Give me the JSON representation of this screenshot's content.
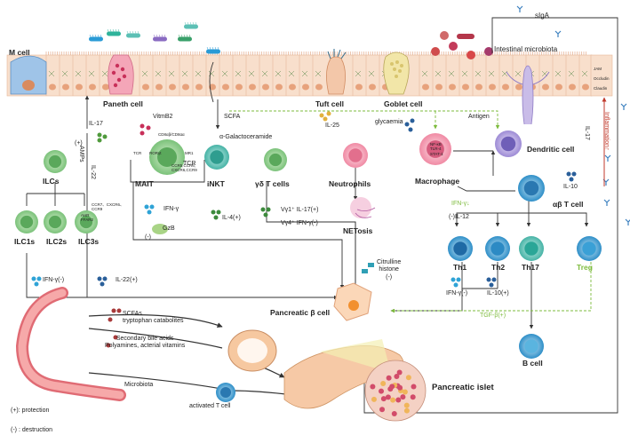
{
  "title_cells": {
    "m_cell": "M cell",
    "paneth_cell": "Paneth cell",
    "tuft_cell": "Tuft cell",
    "goblet_cell": "Goblet cell",
    "intestinal_microbiota": "Intestinal microbiota",
    "siga": "sIgA",
    "jam": "JAM",
    "occludin": "Occludin",
    "claudin": "Claudin"
  },
  "innate_like": {
    "il17_left": "IL-17",
    "plus_sign": "(+)",
    "amps": "AMPs",
    "il22_left": "IL-22",
    "vitmb2": "VitmB2",
    "scfa": "SCFA",
    "il25": "IL-25",
    "glycaemia": "glycaemia",
    "antigen": "Antigen",
    "alpha_galcer": "α-Galactoceramide",
    "tcr_mait": "TCR",
    "tcr_inkt": "TCR",
    "cd8": "CD8αβ/CD8αα",
    "mr1": "MR1",
    "ror": "RORγt",
    "ccr_mait": "CCR5,CCR6,\nCXCR6,CCR9",
    "ilcs": "ILCs",
    "mait": "MAIT",
    "inkt": "iNKT",
    "gd_tcells": "γδ T cells",
    "neutrophils": "Neutrophils",
    "netosis": "NETosis",
    "macrophage": "Macrophage",
    "nfkb": "NF-κB\nTLR-4\nSTAT-1",
    "dendritic_cell": "Dendritic cell",
    "inflammation": "Inflammation↑",
    "il17_right": "IL-17",
    "il10_top": "IL-10",
    "ab_tcell": "αβ T cell",
    "ifng_down": "IFN-γ↓",
    "il12": "(-)IL-12",
    "ilc1s": "ILC1s",
    "ilc2s": "ILC2s",
    "ilc3s": "ILC3s",
    "ahr": "AHR\nFFAR2",
    "ccr_ilc": "CCR7、CXCR6、\nCCR9",
    "ifng_mait": "IFN-γ",
    "gzb": "GzB",
    "minus_gzb": "(-)",
    "il4": "IL-4(+)",
    "vg1": "Vγ1⁺  IL-17(+)",
    "vg4": "Vγ4⁺  IFN-γ(-)",
    "citrulline": "Citrulline\nhistone\n(-)",
    "th1": "Th1",
    "th2": "Th2",
    "th17": "Th17",
    "treg": "Treg",
    "ifng_th1": "IFN-γ(-)",
    "il10_th2": "IL-10(+)",
    "tgfb": "TGF-β(+)",
    "b_cell": "B cell",
    "ifng_ilc1": "IFN-γ(-)",
    "il22_ilc3": "IL-22(+)"
  },
  "bottom": {
    "scfas": "SCFAs\ntryptophan catabolites",
    "bile": "Secondary bile acids\nPolyamines, acterial vitamins",
    "microbiota": "Microbiota",
    "activated_t": "activated T cell",
    "beta_cell": "Pancreatic β cell",
    "islet": "Pancreatic islet",
    "legend_protect": "(+): protection",
    "legend_destruct": "(-) : destruction"
  },
  "colors": {
    "epithelium": "#f5d7c3",
    "nucleus": "#d98b5f",
    "green_cell": "#8bc98a",
    "teal_cell": "#5cc0b5",
    "blue_cell": "#3a9bd0",
    "pink": "#e7577a",
    "protect_green": "#7dbb3c"
  }
}
